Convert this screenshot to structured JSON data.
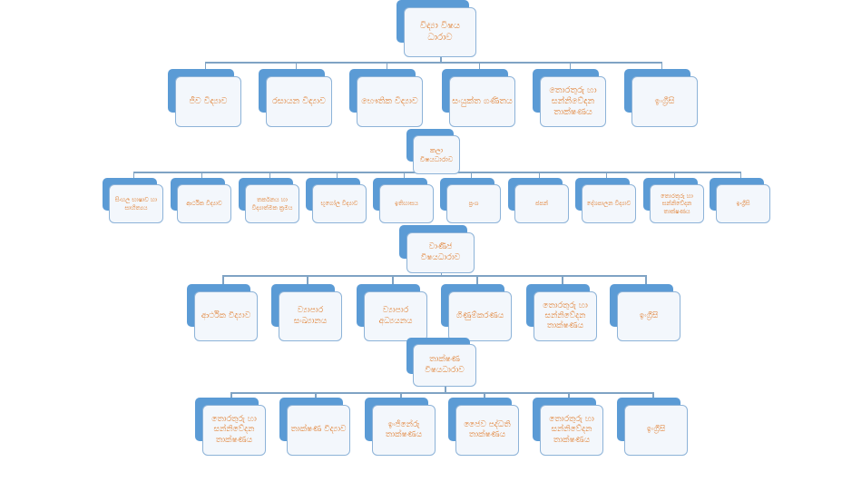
{
  "streams": [
    {
      "title": "විද්‍යා විෂය ධාරාව",
      "subjects": [
        "ජීව විද්‍යාව",
        "රසායන විද්‍යාව",
        "භෞතික විද්‍යාව",
        "සංයුක්ත ගණිතය",
        "තොරතුරු හා සන්නිවේදන තාක්ෂණය",
        "ඉංග්‍රීසි"
      ]
    },
    {
      "title": "කලා විෂයධාරාව",
      "subjects": [
        "සිංහල භාෂාව හා සාහිත්‍යය",
        "ආර්ථික විද්‍යාව",
        "තර්කනය හා විද්‍යාත්මක ක්‍රමය",
        "භූගෝල විද්‍යාව",
        "ඉතිහාසය",
        "ප්‍රංශ",
        "ජපන්",
        "දේශපාලන විද්‍යාව",
        "තොරතුරු හා සන්නිවේදන තාක්ෂණය",
        "ඉංග්‍රීසි"
      ]
    },
    {
      "title": "වාණිජ විෂයධාරාව",
      "subjects": [
        "ආර්ථික විද්‍යාව",
        "ව්‍යාපාර සංඛ්‍යානය",
        "ව්‍යාපාර අධ්‍යයනය",
        "ගිණුම්කරණය",
        "තොරතුරු හා සන්නිවේදන තාක්ෂණය",
        "ඉංග්‍රීසි"
      ]
    },
    {
      "title": "තාක්ෂණ විෂයධාරාව",
      "subjects": [
        "තොරතුරු හා සන්නිවේදන තාක්ෂණය",
        "තාක්ෂණ විද්‍යාව",
        "ඉංජිනේරු තාක්ෂණය",
        "ජෛව පද්ධති තාක්ෂණය",
        "තොරතුරු හා සන්නිවේදන තාක්ෂණය",
        "ඉංග්‍රීසි"
      ]
    }
  ]
}
